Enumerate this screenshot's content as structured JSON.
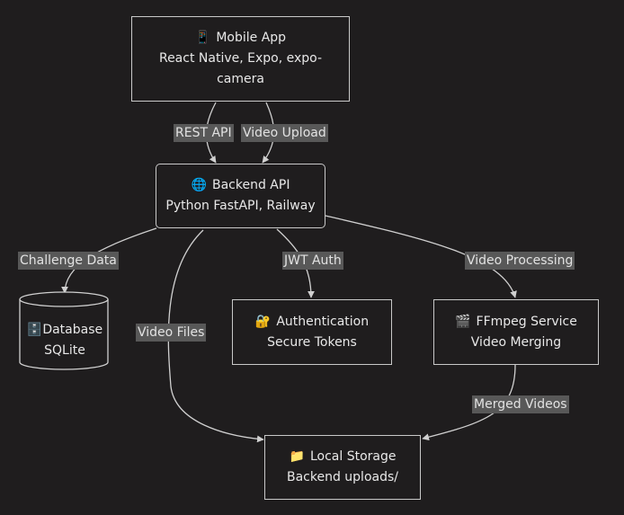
{
  "nodes": {
    "mobile_app": {
      "icon": "📱",
      "title": "Mobile App",
      "line2": "React Native, Expo, expo-",
      "line3": "camera"
    },
    "backend_api": {
      "icon": "🌐",
      "title": "Backend API",
      "line2": "Python FastAPI, Railway"
    },
    "database": {
      "icon": "🗄️",
      "title": "Database",
      "line2": "SQLite"
    },
    "authentication": {
      "icon": "🔐",
      "title": "Authentication",
      "line2": "Secure Tokens"
    },
    "ffmpeg": {
      "icon": "🎬",
      "title": "FFmpeg Service",
      "line2": "Video Merging"
    },
    "local_storage": {
      "icon": "📁",
      "title": "Local Storage",
      "line2": "Backend uploads/"
    }
  },
  "edges": {
    "rest_api": "REST API",
    "video_upload": "Video Upload",
    "challenge_data": "Challenge Data",
    "video_files": "Video Files",
    "jwt_auth": "JWT Auth",
    "video_processing": "Video Processing",
    "merged_videos": "Merged Videos"
  },
  "colors": {
    "background": "#1f1d1e",
    "line": "#d0d0d0",
    "label_bg": "#585858",
    "text": "#e8e8e8"
  }
}
